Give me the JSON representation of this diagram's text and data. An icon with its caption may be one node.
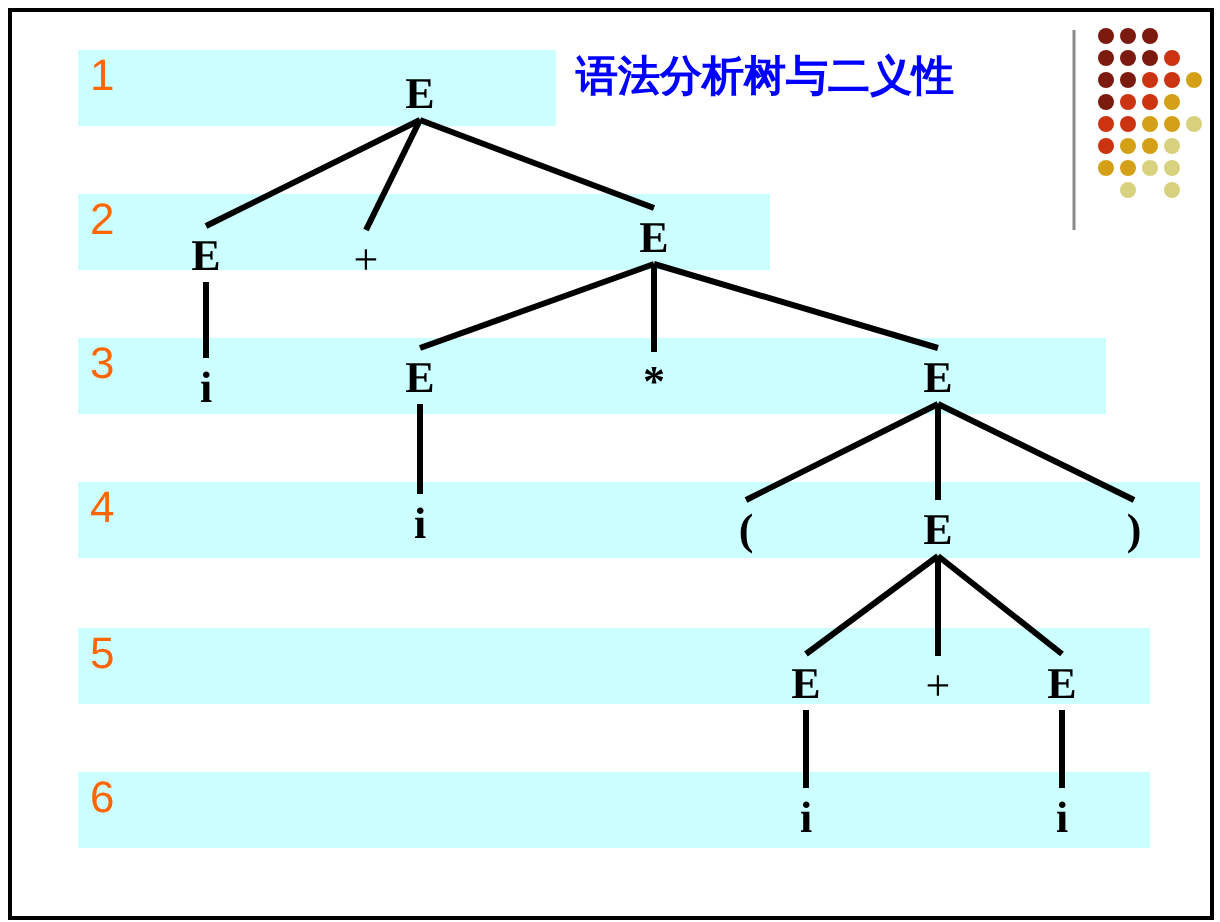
{
  "diagram": {
    "title": "语法分析树与二义性",
    "nodes": [
      {
        "text": [
          "1"
        ]
      },
      {
        "text": [
          "E"
        ],
        "in": 0
      },
      {
        "text": [
          "2"
        ]
      },
      {
        "text": [
          "E"
        ],
        "in": 2
      },
      {
        "text": [
          "+"
        ],
        "in": 2
      },
      {
        "text": [
          "E"
        ],
        "in": 2
      },
      {
        "text": [
          "3"
        ]
      },
      {
        "text": [
          "i"
        ],
        "in": 6
      },
      {
        "text": [
          "E"
        ],
        "in": 6
      },
      {
        "text": [
          "*"
        ],
        "in": 6
      },
      {
        "text": [
          "E"
        ],
        "in": 6
      },
      {
        "text": [
          "4"
        ]
      },
      {
        "text": [
          "i"
        ],
        "in": 11
      },
      {
        "text": [
          "("
        ],
        "in": 11
      },
      {
        "text": [
          "E"
        ],
        "in": 11
      },
      {
        "text": [
          ")"
        ],
        "in": 11
      },
      {
        "text": [
          "5"
        ]
      },
      {
        "text": [
          "E"
        ],
        "in": 16
      },
      {
        "text": [
          "+"
        ],
        "in": 16
      },
      {
        "text": [
          "E"
        ],
        "in": 16
      },
      {
        "text": [
          "6"
        ]
      },
      {
        "text": [
          "i"
        ],
        "in": 20
      },
      {
        "text": [
          "i"
        ],
        "in": 20
      }
    ],
    "edges": [
      {
        "from": 1,
        "to": 3,
        "arrow": "none"
      },
      {
        "from": 1,
        "to": 4,
        "arrow": "none"
      },
      {
        "from": 1,
        "to": 5,
        "arrow": "none"
      },
      {
        "from": 3,
        "to": 7,
        "arrow": "none"
      },
      {
        "from": 5,
        "to": 8,
        "arrow": "none"
      },
      {
        "from": 5,
        "to": 9,
        "arrow": "none"
      },
      {
        "from": 5,
        "to": 10,
        "arrow": "none"
      },
      {
        "from": 8,
        "to": 12,
        "arrow": "none"
      },
      {
        "from": 10,
        "to": 13,
        "arrow": "none"
      },
      {
        "from": 10,
        "to": 14,
        "arrow": "none"
      },
      {
        "from": 10,
        "to": 15,
        "arrow": "none"
      },
      {
        "from": 14,
        "to": 17,
        "arrow": "none"
      },
      {
        "from": 14,
        "to": 18,
        "arrow": "none"
      },
      {
        "from": 14,
        "to": 19,
        "arrow": "none"
      },
      {
        "from": 17,
        "to": 21,
        "arrow": "none"
      },
      {
        "from": 19,
        "to": 22,
        "arrow": "none"
      }
    ]
  }
}
